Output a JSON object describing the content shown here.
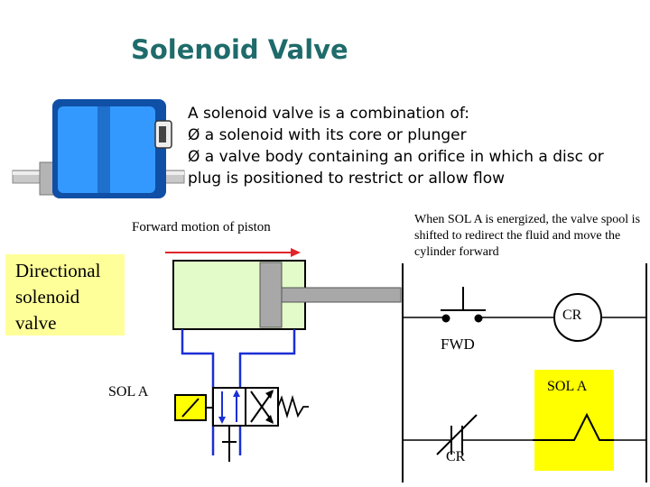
{
  "title": "Solenoid Valve",
  "description": {
    "line1": "A solenoid valve is a combination of:",
    "bullet_symbol": "Ø",
    "line2": " a solenoid with its core or plunger",
    "line3": " a valve body containing an orifice in which a disc or",
    "line4": "plug is positioned to restrict or allow flow"
  },
  "cylinder_caption": "Forward motion of  piston",
  "ladder_caption": "When SOL A is energized, the valve spool is shifted to redirect the fluid and move the cylinder forward",
  "callout": {
    "line1": "Directional",
    "line2": "solenoid",
    "line3": "valve"
  },
  "labels": {
    "sol_a_valve": "SOL A",
    "cr_coil": "CR",
    "fwd_pushbutton": "FWD",
    "sol_a_ladder": "SOL A",
    "cr_contact": "CR"
  },
  "colors": {
    "title": "#1f6b6b",
    "callout_bg": "#ffff99",
    "cylinder_fill": "#e3fbc9",
    "hydraulic_line": "#1a2fd6",
    "arrow": "#e2242a",
    "solenoid_bg": "#ffff00",
    "coil_body": "#3399ff"
  },
  "icons": [
    "solenoid-valve-photo",
    "double-acting-cylinder",
    "four-way-valve-symbol",
    "pushbutton-contact",
    "relay-coil",
    "nc-contact",
    "solenoid-coil"
  ]
}
